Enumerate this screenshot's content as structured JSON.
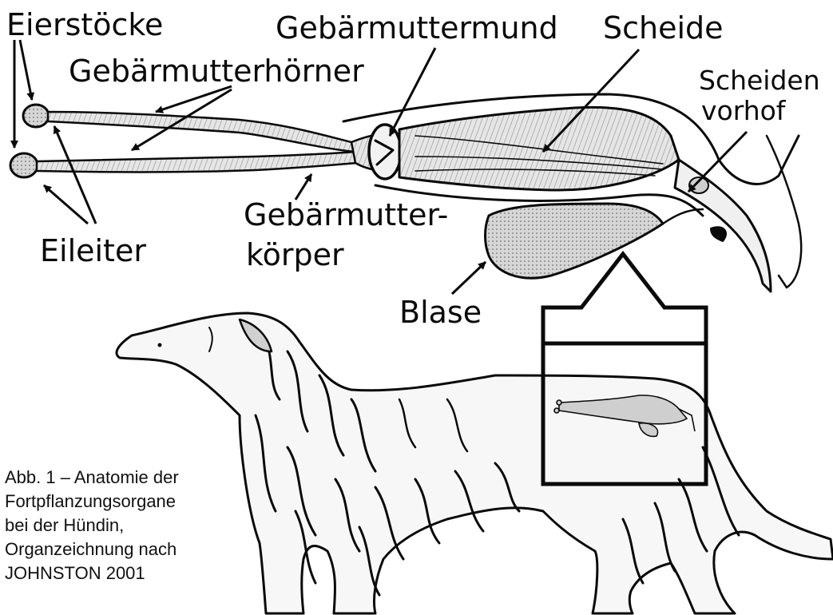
{
  "labels": {
    "eierstoecke": "Eierstöcke",
    "gebaermutterhoerner": "Gebärmutterhörner",
    "gebaermuttermund": "Gebärmuttermund",
    "scheide": "Scheide",
    "scheidenvorhof_1": "Scheiden",
    "scheidenvorhof_2": "vorhof",
    "eileiter": "Eileiter",
    "gebaermutterkoerper_1": "Gebärmutter-",
    "gebaermutterkoerper_2": "körper",
    "blase": "Blase"
  },
  "caption": {
    "line1": "Abb. 1 – Anatomie der",
    "line2": "Fortpflanzungsorgane",
    "line3": "bei der Hündin,",
    "line4": "Organzeichnung nach",
    "line5": "JOHNSTON 2001"
  },
  "colors": {
    "ink": "#0a0a0a",
    "organ_fill": "#d9d9d9",
    "background": "#ffffff"
  }
}
